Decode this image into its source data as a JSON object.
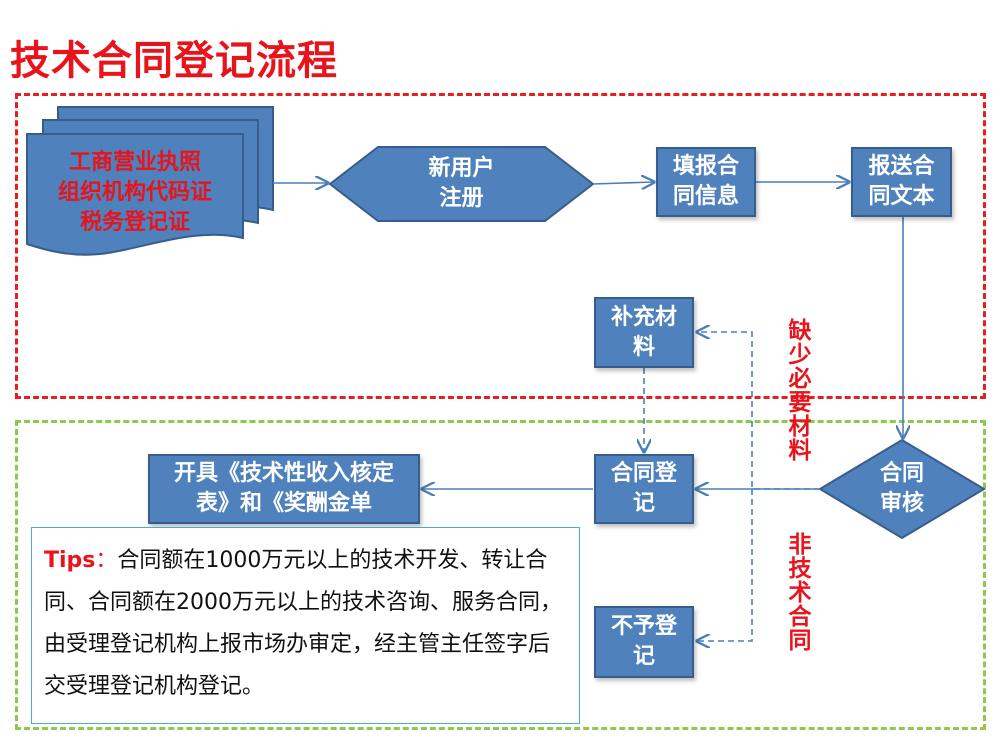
{
  "title": "技术合同登记流程",
  "colors": {
    "title": "#e8141c",
    "box_fill": "#4f81bd",
    "box_border": "#385d8a",
    "red_zone": "#e31f1f",
    "green_zone": "#8ec94f",
    "tips_border": "#4bacc6"
  },
  "documents": {
    "line1": "工商营业执照",
    "line2": "组织机构代码证",
    "line3": "税务登记证"
  },
  "steps": {
    "register": {
      "line1": "新用户",
      "line2": "注册"
    },
    "fill_info": {
      "line1": "填报合",
      "line2": "同信息"
    },
    "submit_text": {
      "line1": "报送合",
      "line2": "同文本"
    },
    "supplement": {
      "line1": "补充材",
      "line2": "料"
    },
    "review": {
      "line1": "合同",
      "line2": "审核"
    },
    "registration": {
      "line1": "合同登",
      "line2": "记"
    },
    "issue_forms": {
      "line1": "开具《技术性收入核定",
      "line2": "表》和《奖酬金单"
    },
    "reject": {
      "line1": "不予登",
      "line2": "记"
    }
  },
  "branch_labels": {
    "missing_materials": "缺少必要材料",
    "non_tech_contract": "非技术合同"
  },
  "tips": {
    "label": "Tips",
    "separator": "：",
    "text": "合同额在1000万元以上的技术开发、转让合同、合同额在2000万元以上的技术咨询、服务合同，由受理登记机构上报市场办审定，经主管主任签字后交受理登记机构登记。"
  }
}
